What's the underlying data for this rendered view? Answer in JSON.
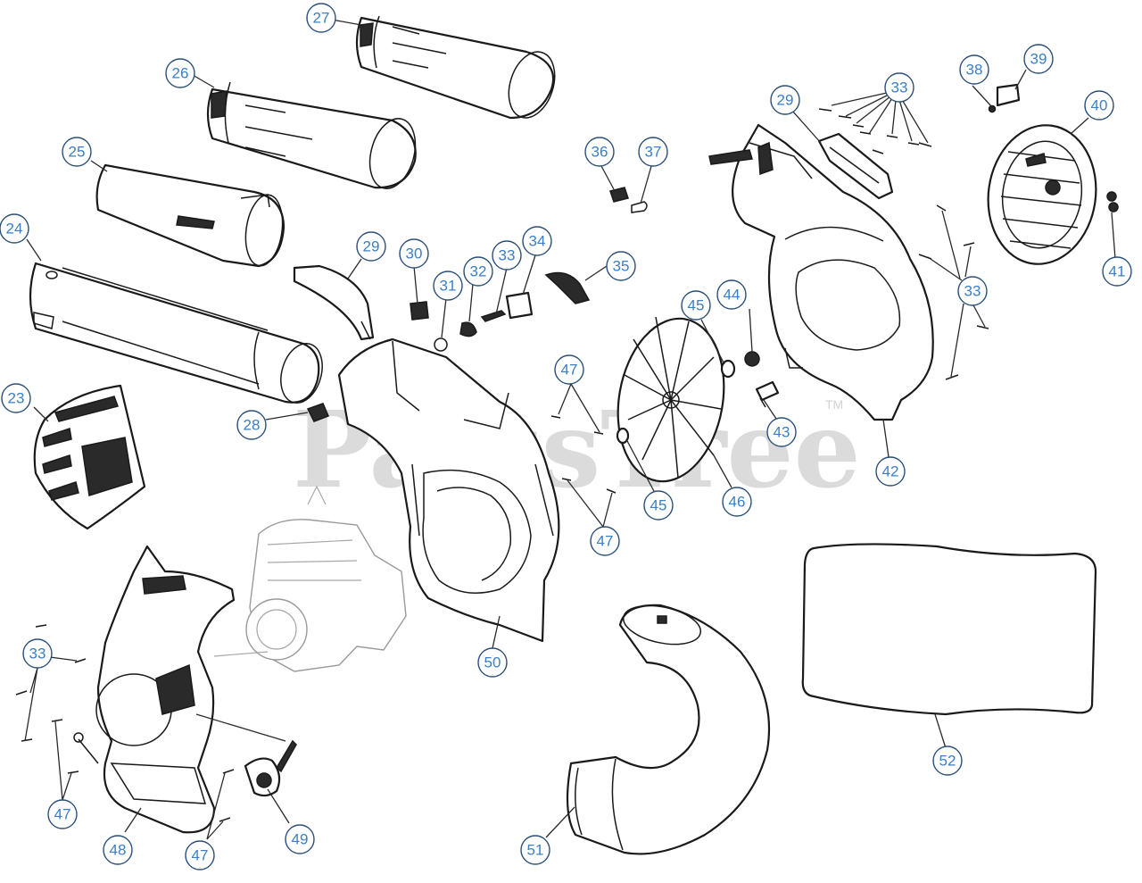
{
  "watermark": {
    "text": "PartsTree",
    "tm": "TM"
  },
  "callouts": [
    {
      "id": "c27",
      "label": "27"
    },
    {
      "id": "c26",
      "label": "26"
    },
    {
      "id": "c25",
      "label": "25"
    },
    {
      "id": "c24",
      "label": "24"
    },
    {
      "id": "c23",
      "label": "23"
    },
    {
      "id": "c28",
      "label": "28"
    },
    {
      "id": "c29a",
      "label": "29"
    },
    {
      "id": "c30",
      "label": "30"
    },
    {
      "id": "c31",
      "label": "31"
    },
    {
      "id": "c32",
      "label": "32"
    },
    {
      "id": "c33a",
      "label": "33"
    },
    {
      "id": "c34",
      "label": "34"
    },
    {
      "id": "c35",
      "label": "35"
    },
    {
      "id": "c36",
      "label": "36"
    },
    {
      "id": "c37",
      "label": "37"
    },
    {
      "id": "c29b",
      "label": "29"
    },
    {
      "id": "c33b",
      "label": "33"
    },
    {
      "id": "c38",
      "label": "38"
    },
    {
      "id": "c39",
      "label": "39"
    },
    {
      "id": "c40",
      "label": "40"
    },
    {
      "id": "c41",
      "label": "41"
    },
    {
      "id": "c33c",
      "label": "33"
    },
    {
      "id": "c45a",
      "label": "45"
    },
    {
      "id": "c44",
      "label": "44"
    },
    {
      "id": "c43",
      "label": "43"
    },
    {
      "id": "c42",
      "label": "42"
    },
    {
      "id": "c46",
      "label": "46"
    },
    {
      "id": "c45b",
      "label": "45"
    },
    {
      "id": "c47a",
      "label": "47"
    },
    {
      "id": "c47b",
      "label": "47"
    },
    {
      "id": "c50",
      "label": "50"
    },
    {
      "id": "c33d",
      "label": "33"
    },
    {
      "id": "c47c",
      "label": "47"
    },
    {
      "id": "c48",
      "label": "48"
    },
    {
      "id": "c47d",
      "label": "47"
    },
    {
      "id": "c49",
      "label": "49"
    },
    {
      "id": "c51",
      "label": "51"
    },
    {
      "id": "c52",
      "label": "52"
    }
  ]
}
